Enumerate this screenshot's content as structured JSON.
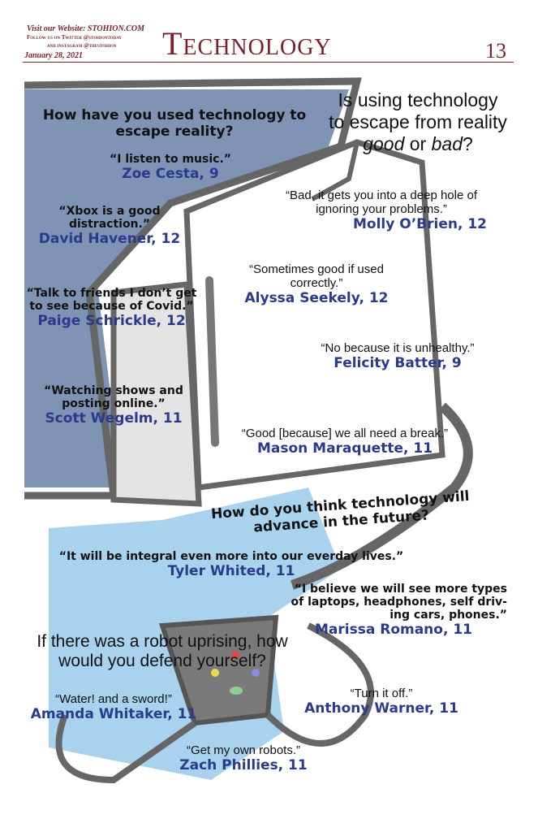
{
  "header": {
    "website": "Visit our Website: STOHION.COM",
    "twitter": "Follow us on Twitter @stohiontoday",
    "instagram": "and instagram @thestohion",
    "date": "January 28, 2021",
    "section": "Technology",
    "page_number": "13"
  },
  "questions": {
    "q1": "How have you used technology to escape reality?",
    "q2a": "Is using technology",
    "q2b": "to escape from reality",
    "q2c_good": "good",
    "q2c_or": " or ",
    "q2c_bad": "bad",
    "q2c_end": "?",
    "q3": "How do you  think technology will advance in the future?",
    "q4": "If there was a robot uprising, how would you defend yourself?"
  },
  "responses": [
    {
      "quote": "“I listen to music.”",
      "name": "Zoe Cesta, 9"
    },
    {
      "quote": "“Xbox is a good distraction.”",
      "name": "David Havener, 12"
    },
    {
      "quote": "“Talk to friends I don’t get to see because of Covid.”",
      "name": "Paige Schrickle, 12"
    },
    {
      "quote": "“Watching shows and posting online.”",
      "name": "Scott Wegelm, 11"
    },
    {
      "quote": "“Bad, it gets you into a deep hole of ignoring your problems.”",
      "name": "Molly O’Brien, 12"
    },
    {
      "quote": "“Sometimes good if used correctly.”",
      "name": "Alyssa Seekely, 12"
    },
    {
      "quote": "“No because it is unhealthy.”",
      "name": "Felicity Batter, 9"
    },
    {
      "quote": "“Good [because] we all need a break.”",
      "name": "Mason Maraquette, 11"
    },
    {
      "quote": "“It will be integral even more into our everday lives.”",
      "name": "Tyler Whited, 11"
    },
    {
      "quote": "“I believe we will see more types of laptops, headphones, self driv-ing cars, phones.”",
      "name": "Marissa Romano, 11"
    },
    {
      "quote": "“Water! and a sword!”",
      "name": "Amanda Whitaker, 11"
    },
    {
      "quote": "“Turn it off.”",
      "name": "Anthony Warner, 11"
    },
    {
      "quote": "“Get my own robots.”",
      "name": "Zach Phillies, 11"
    }
  ]
}
